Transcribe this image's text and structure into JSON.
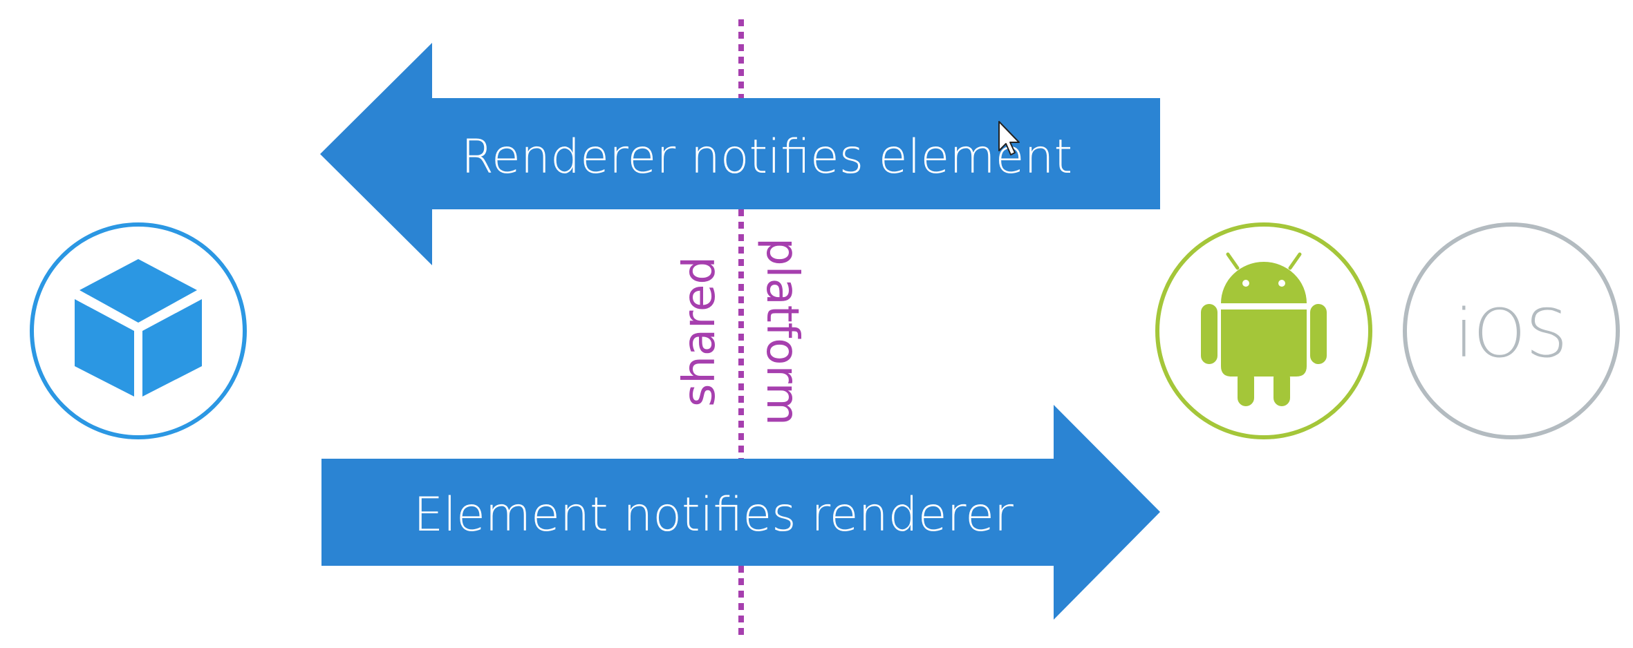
{
  "colors": {
    "arrow": "#2B84D3",
    "divider": "#A63FAE",
    "shared_icon": "#2B97E3",
    "android": "#A4C639",
    "ios": "#B3BBC0"
  },
  "arrows": {
    "top_label": "Renderer notifies element",
    "bottom_label": "Element notifies renderer"
  },
  "divider": {
    "shared_label": "shared",
    "platform_label": "platform"
  },
  "icons": {
    "shared": "cube-icon",
    "android": "android-icon",
    "ios": "ios-icon",
    "ios_text": "iOS",
    "cursor": "mouse-pointer-icon"
  }
}
